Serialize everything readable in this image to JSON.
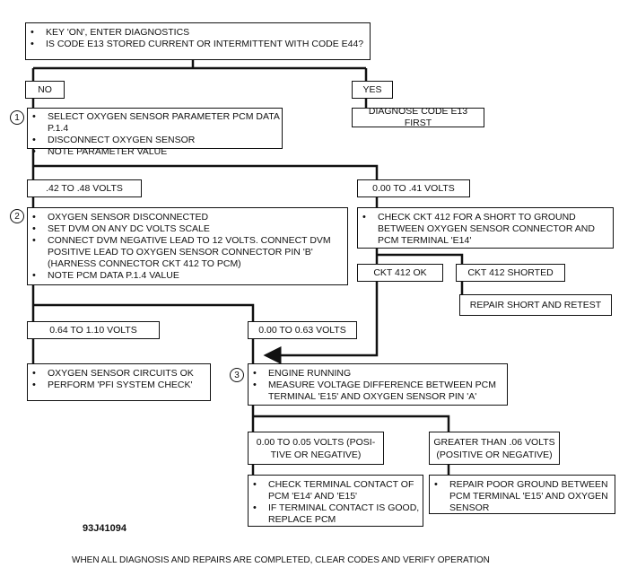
{
  "start": [
    "KEY 'ON', ENTER DIAGNOSTICS",
    "IS CODE E13 STORED CURRENT OR INTERMITTENT WITH CODE E44?"
  ],
  "no_label": "NO",
  "yes_label": "YES",
  "diagnose_e13": "DIAGNOSE CODE E13 FIRST",
  "step1": {
    "number": "1",
    "items": [
      "SELECT OXYGEN SENSOR PARAMETER PCM DATA P.1.4",
      "DISCONNECT OXYGEN SENSOR",
      "NOTE  PARAMETER VALUE"
    ]
  },
  "range_42_48": ".42 TO .48 VOLTS",
  "range_0_41": "0.00 TO .41 VOLTS",
  "step2": {
    "number": "2",
    "items": [
      "OXYGEN SENSOR DISCONNECTED",
      "SET DVM ON ANY DC VOLTS SCALE",
      "CONNECT DVM NEGATIVE LEAD TO 12 VOLTS. CONNECT DVM POSITIVE LEAD TO OXYGEN SENSOR CONNECTOR PIN 'B' (HARNESS CONNECTOR CKT 412 TO PCM)",
      "NOTE PCM DATA P.1.4 VALUE"
    ]
  },
  "check_ckt412": [
    "CHECK CKT 412 FOR A SHORT TO GROUND BETWEEN OXYGEN SENSOR CONNECTOR AND PCM TERMINAL 'E14'"
  ],
  "ckt412_ok": "CKT 412 OK",
  "ckt412_shorted": "CKT 412 SHORTED",
  "repair_short": "REPAIR SHORT AND RETEST",
  "range_064_110": "0.64 TO 1.10 VOLTS",
  "range_000_063": "0.00 TO 0.63 VOLTS",
  "sensor_ok": [
    "OXYGEN  SENSOR CIRCUITS OK",
    "PERFORM 'PFI SYSTEM CHECK'"
  ],
  "step3": {
    "number": "3",
    "items": [
      "ENGINE RUNNING",
      "MEASURE  VOLTAGE DIFFERENCE BETWEEN PCM TERMINAL 'E15' AND OXYGEN SENSOR PIN 'A'"
    ]
  },
  "range_000_005": "0.00 TO 0.05 VOLTS (POSI- TIVE OR NEGATIVE)",
  "range_gt_006": "GREATER THAN .06 VOLTS (POSITIVE OR NEGATIVE)",
  "check_terminal": [
    "CHECK TERMINAL CONTACT OF PCM 'E14' AND 'E15'",
    "IF TERMINAL CONTACT IS GOOD, REPLACE PCM"
  ],
  "repair_ground": [
    "REPAIR POOR GROUND BETWEEN PCM TERMINAL 'E15' AND OXYGEN SENSOR"
  ],
  "figure_code": "93J41094",
  "footer": "WHEN ALL DIAGNOSIS AND REPAIRS ARE COMPLETED, CLEAR CODES AND VERIFY OPERATION"
}
